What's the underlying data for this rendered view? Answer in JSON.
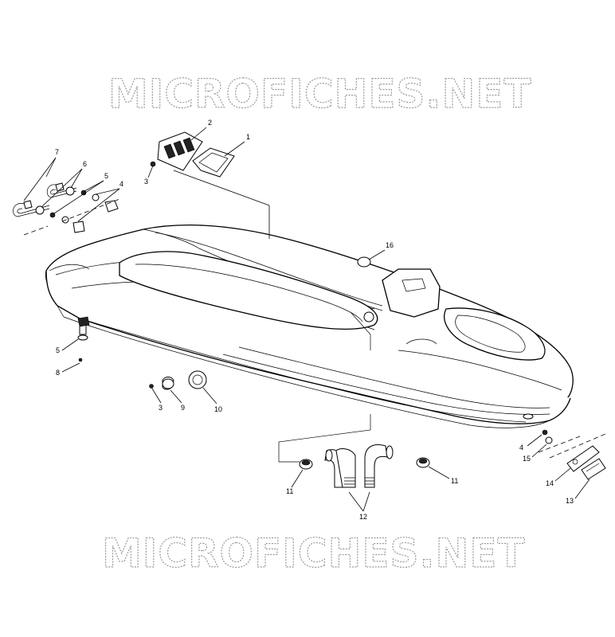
{
  "watermark": {
    "top": "MICROFICHES.NET",
    "bottom": "MICROFICHES.NET"
  },
  "callouts": {
    "c1": "1",
    "c2": "2",
    "c3a": "3",
    "c4a": "4",
    "c5a": "5",
    "c6": "6",
    "c7": "7",
    "c5b": "5",
    "c8": "8",
    "c3b": "3",
    "c9": "9",
    "c10": "10",
    "c16": "16",
    "c4b": "4",
    "c15": "15",
    "c14": "14",
    "c13": "13",
    "c11a": "11",
    "c11b": "11",
    "c12": "12"
  }
}
